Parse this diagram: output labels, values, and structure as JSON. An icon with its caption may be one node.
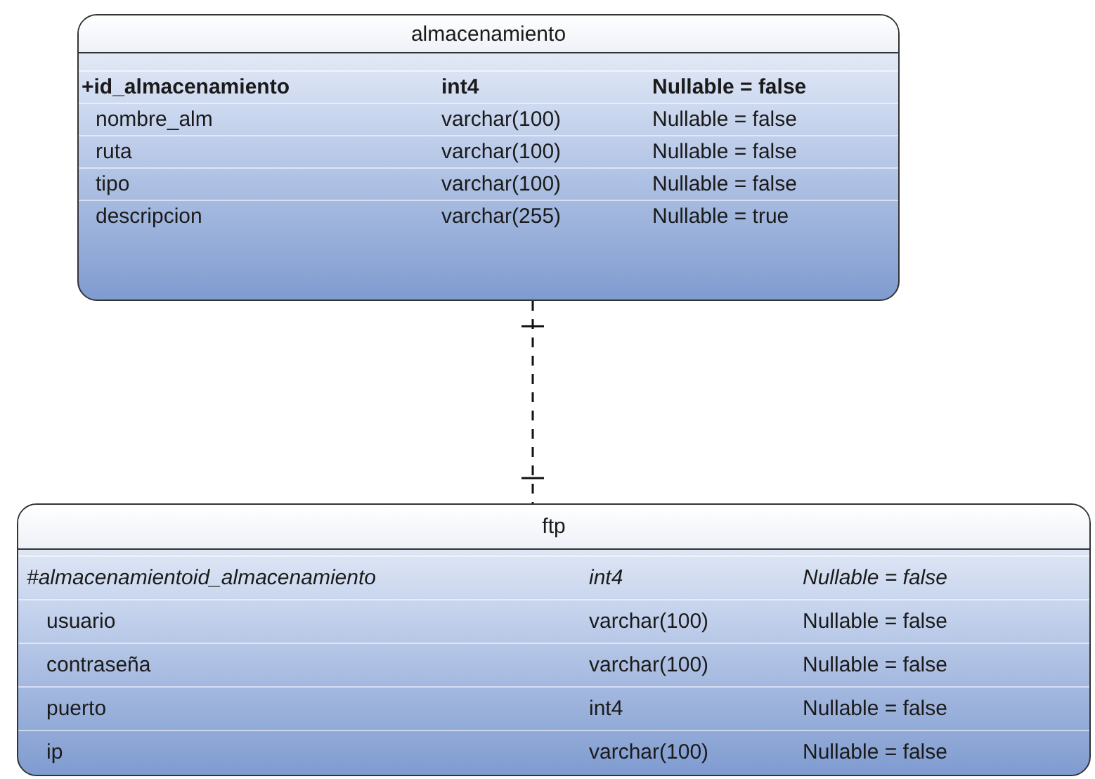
{
  "diagram": {
    "nodes": [
      {
        "text": [
          "almacenamiento",
          "+id_almacenamiento",
          "int4",
          "Nullable = false",
          "nombre_alm",
          "varchar(100)",
          "Nullable = false",
          "ruta",
          "varchar(100)",
          "Nullable = false",
          "tipo",
          "varchar(100)",
          "Nullable = false",
          "descripcion",
          "varchar(255)",
          "Nullable = true"
        ]
      },
      {
        "text": [
          "ftp",
          "#almacenamientoid_almacenamiento",
          "int4",
          "Nullable = false",
          "usuario",
          "varchar(100)",
          "Nullable = false",
          "contraseña",
          "varchar(100)",
          "Nullable = false",
          "puerto",
          "int4",
          "Nullable = false",
          "ip",
          "varchar(100)",
          "Nullable = false"
        ]
      }
    ],
    "edges": [
      {
        "from": 0,
        "to": 1,
        "arrow": "other",
        "style": "dashed"
      }
    ]
  }
}
